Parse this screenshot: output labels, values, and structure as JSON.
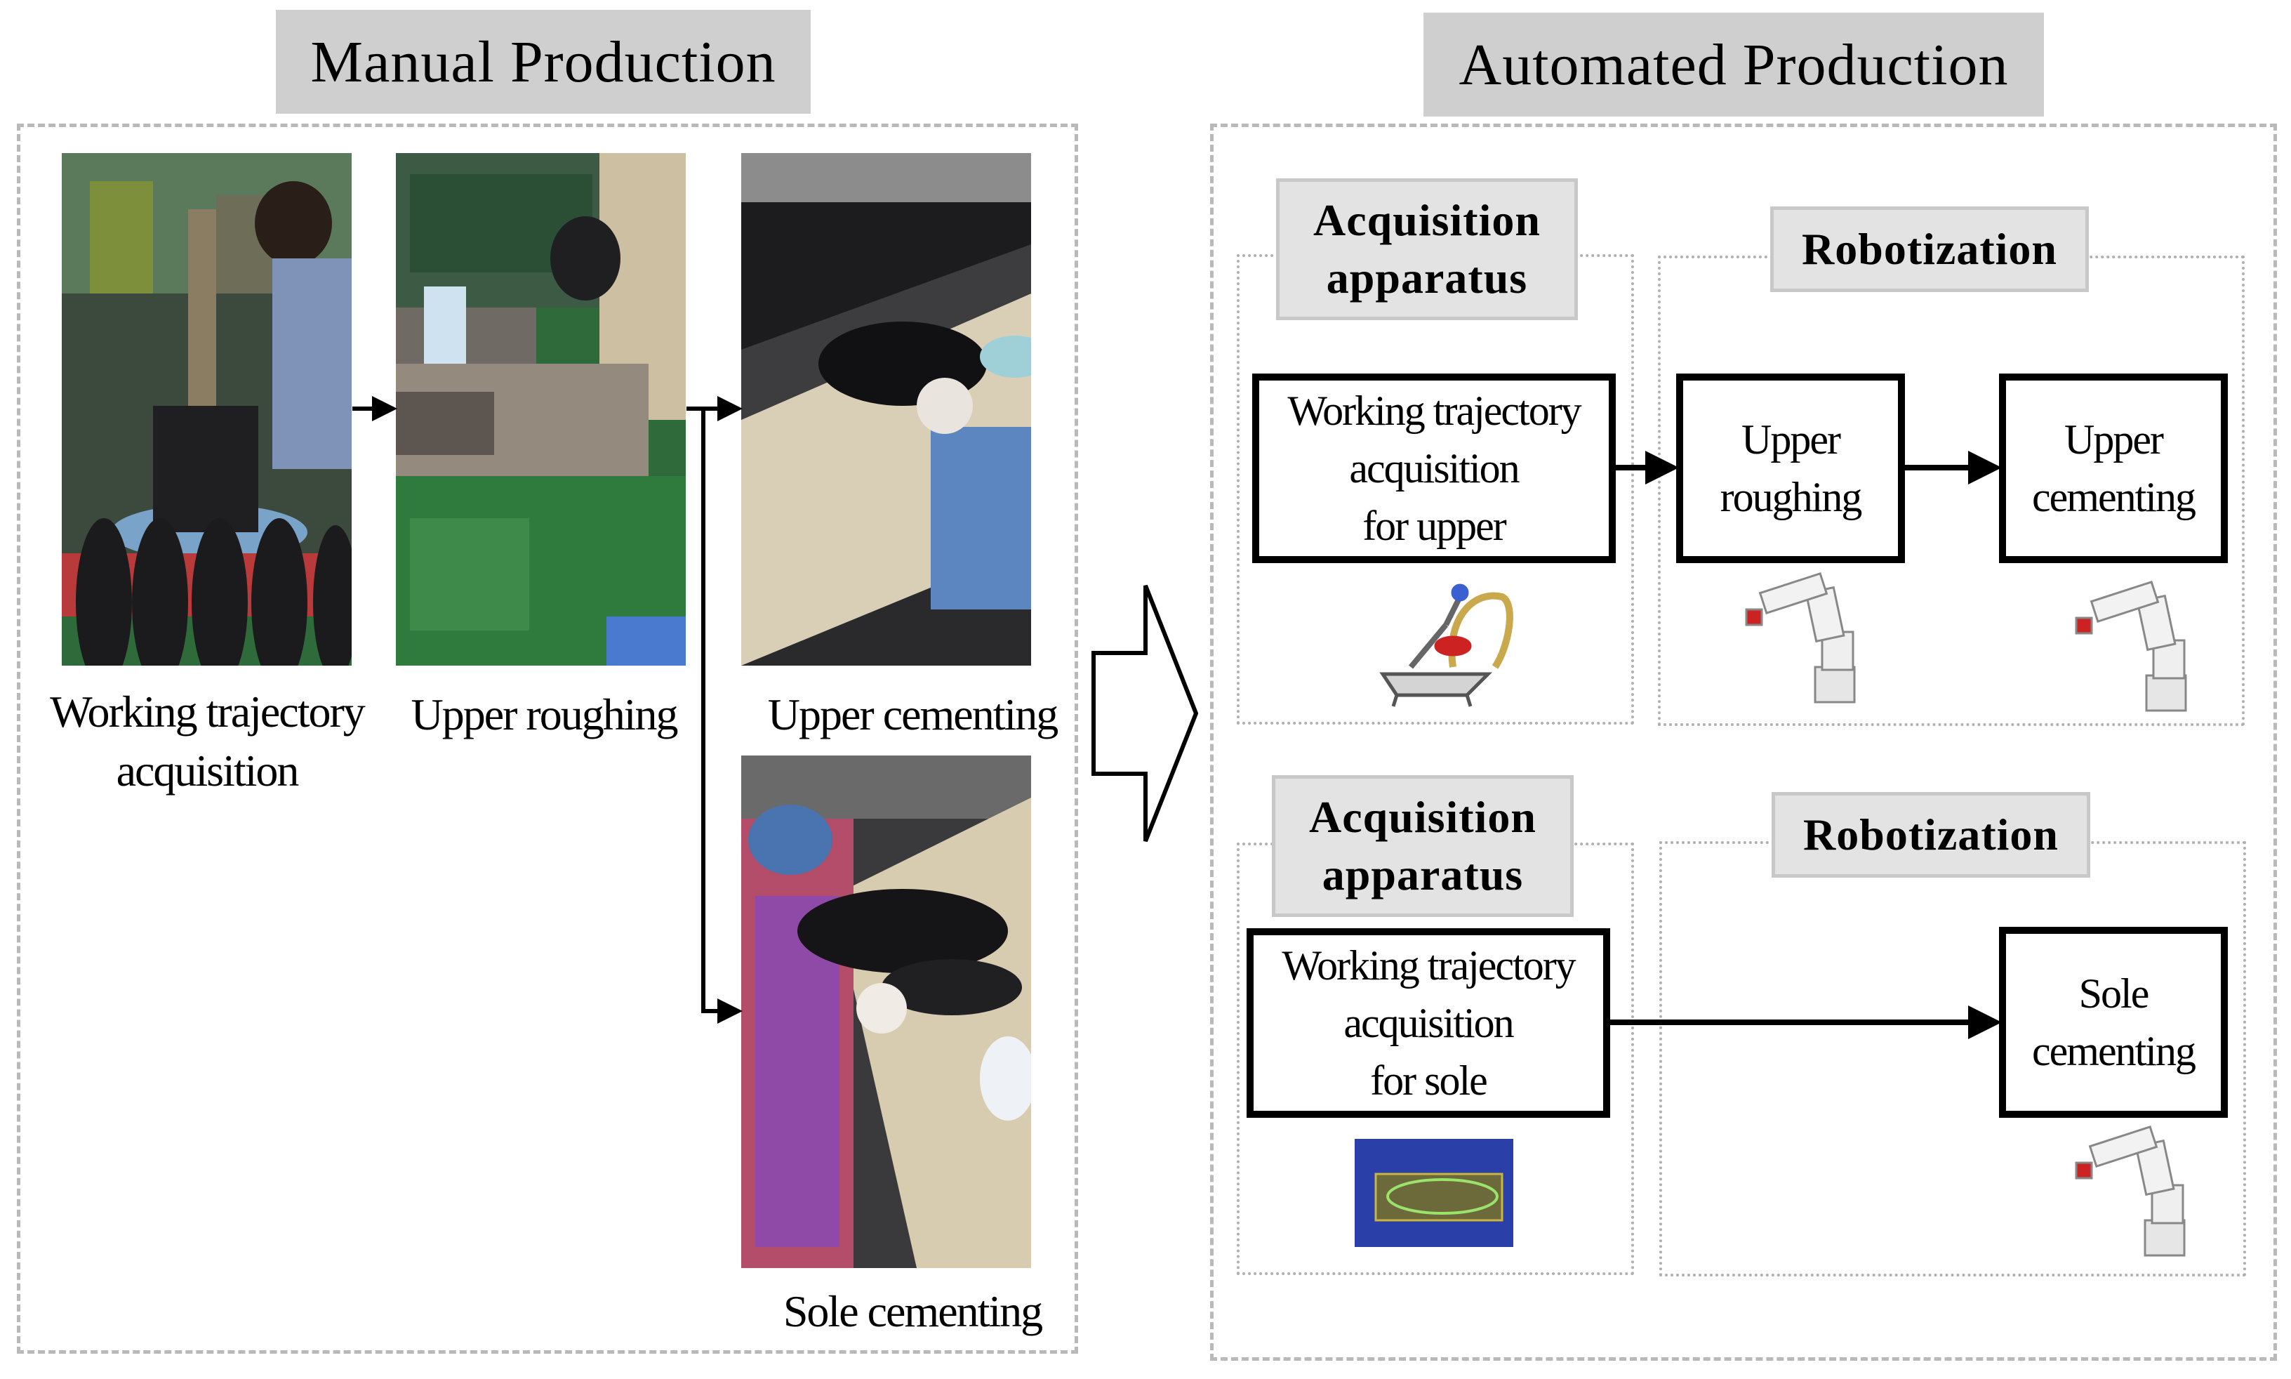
{
  "manual": {
    "title": "Manual Production",
    "captions": {
      "trajectory": [
        "Working trajectory",
        "acquisition"
      ],
      "roughing": "Upper roughing",
      "upper_cementing": "Upper cementing",
      "sole_cementing": "Sole cementing"
    }
  },
  "automated": {
    "title": "Automated Production",
    "upper_row": {
      "acquisition_label": [
        "Acquisition",
        "apparatus"
      ],
      "robotization_label": "Robotization",
      "trajectory_box": [
        "Working trajectory",
        "acquisition",
        "for upper"
      ],
      "roughing_box": [
        "Upper",
        "roughing"
      ],
      "cementing_box": [
        "Upper",
        "cementing"
      ]
    },
    "sole_row": {
      "acquisition_label": [
        "Acquisition",
        "apparatus"
      ],
      "robotization_label": "Robotization",
      "trajectory_box": [
        "Working trajectory",
        "acquisition",
        "for sole"
      ],
      "cementing_box": [
        "Sole",
        "cementing"
      ]
    }
  },
  "colors": {
    "header_bg": "#cfcfcf",
    "dashed_border": "#b9b9b9",
    "factory_green": "#2e6a3a",
    "scan_blue": "#2b3fa8"
  }
}
